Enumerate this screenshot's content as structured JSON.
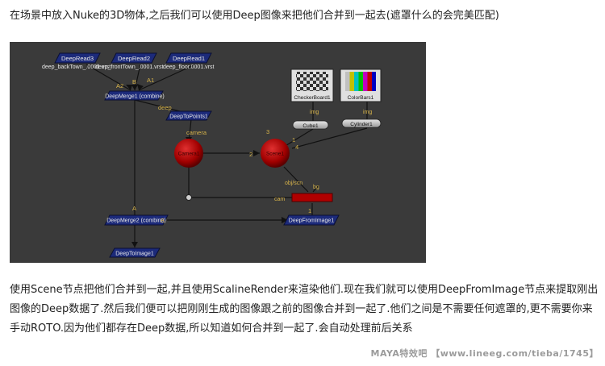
{
  "intro_text": "在场景中放入Nuke的3D物体,之后我们可以使用Deep图像来把他们合并到一起去(遮罩什么的会完美匹配)",
  "graph": {
    "nodes": {
      "deepread3": {
        "label": "DeepRead3",
        "sub": "deep_backTown_.0001.vrst"
      },
      "deepread2": {
        "label": "DeepRead2",
        "sub": "deep_frontTown_.0001.vrst"
      },
      "deepread1": {
        "label": "DeepRead1",
        "sub": "deep_floor.0001.vrst"
      },
      "deepmerge1": {
        "label": "DeepMerge1 (combine)"
      },
      "deeptopoints1": {
        "label": "DeepToPoints1"
      },
      "camera1": {
        "label": "Camera1"
      },
      "scene1": {
        "label": "Scene1"
      },
      "checkerboard1": {
        "label": "CheckerBoard1"
      },
      "colorbars1": {
        "label": "ColorBars1"
      },
      "cube1": {
        "label": "Cube1"
      },
      "cylinder1": {
        "label": "Cylinder1"
      },
      "scanlinerender": {
        "label": ""
      },
      "deepmerge2": {
        "label": "DeepMerge2 (combine)"
      },
      "deepfromimage1": {
        "label": "DeepFromImage1"
      },
      "deeptoimage1": {
        "label": "DeepToImage1"
      }
    },
    "edge_labels": {
      "a2": "A2",
      "b": "B",
      "a1": "A1",
      "deep": "deep",
      "camera": "camera",
      "img1": "img",
      "img2": "img",
      "n3": "3",
      "n1": "1",
      "n4": "4",
      "n2": "2",
      "objscn": "obj/scn",
      "bg": "bg",
      "cam": "cam",
      "a": "A",
      "b2": "B",
      "one": "1"
    },
    "colors": {
      "background": "#3a3a3a",
      "node_blue": "#1c2a7a",
      "sphere_red": "#b00000",
      "label_yellow": "#d8b44a",
      "wire": "#111111"
    }
  },
  "body_text": "使用Scene节点把他们合并到一起,并且使用ScalineRender来渲染他们.现在我们就可以使用DeepFromImage节点来提取刚出图像的Deep数据了.然后我们便可以把刚刚生成的图像跟之前的图像合并到一起了.他们之间是不需要任何遮罩的,更不需要你来手动ROTO.因为他们都存在Deep数据,所以知道如何合并到一起了.会自动处理前后关系",
  "watermark": "MAYA特效吧 【www.lineeg.com/tieba/1745】"
}
